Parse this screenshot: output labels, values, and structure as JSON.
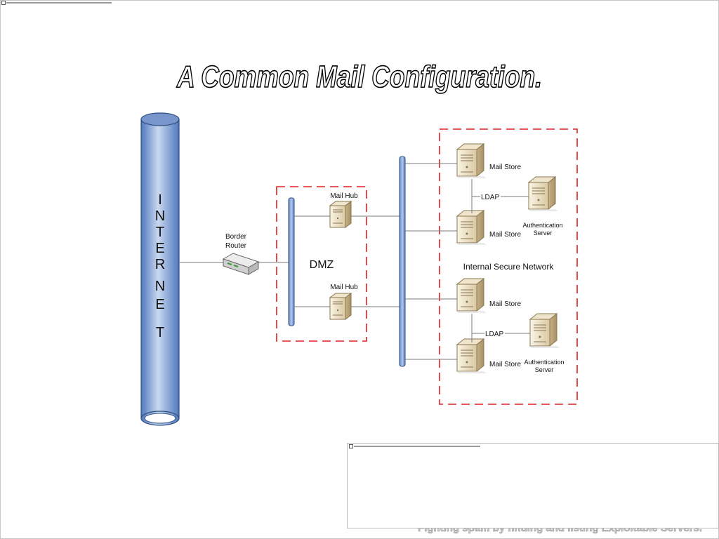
{
  "title": "A Common Mail Configuration.",
  "footer": "Fighting spam by finding and listing Exploitable Servers.",
  "internet": [
    "I",
    "N",
    "T",
    "E",
    "R",
    "N",
    "E",
    "T"
  ],
  "router_label_line1": "Border",
  "router_label_line2": "Router",
  "dmz": {
    "label": "DMZ",
    "hub_top": "Mail Hub",
    "hub_bottom": "Mail Hub"
  },
  "internal": {
    "label": "Internal Secure Network",
    "store_1": "Mail Store",
    "store_2": "Mail Store",
    "store_3": "Mail Store",
    "store_4": "Mail Store",
    "ldap_1": "LDAP",
    "ldap_2": "LDAP",
    "auth_1_line1": "Authentication",
    "auth_1_line2": "Server",
    "auth_2_line1": "Authentication",
    "auth_2_line2": "Server"
  },
  "colors": {
    "zone_border": "#e02020",
    "pipe": "#7f9fd3",
    "server": "#e8dcc0"
  }
}
